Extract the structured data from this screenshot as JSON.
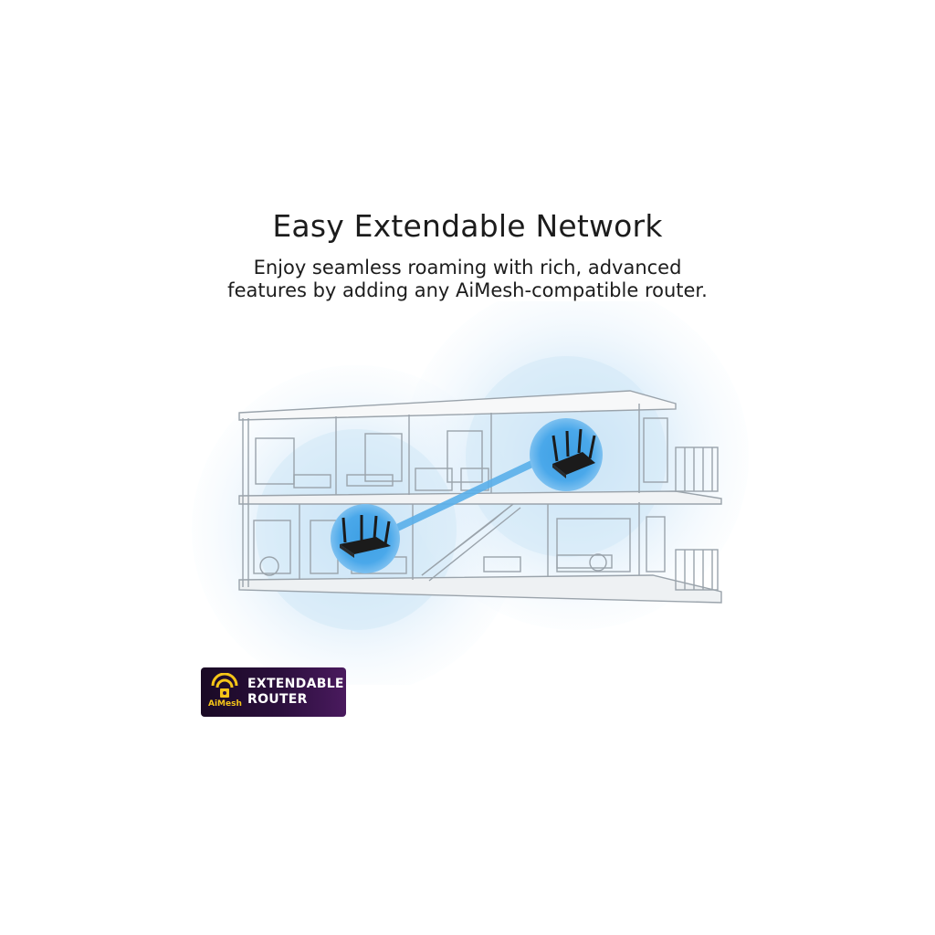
{
  "title": "Easy Extendable Network",
  "subtitle": {
    "line1": "Enjoy seamless roaming with rich, advanced",
    "line2": "features by adding any AiMesh-compatible router."
  },
  "badge": {
    "logo_text": "AiMesh",
    "line1": "EXTENDABLE",
    "line2": "ROUTER",
    "colors": {
      "background": "#2b0f3d",
      "logo": "#f5c518",
      "text": "#ffffff"
    }
  },
  "colors": {
    "coverage": "#cfe6f7",
    "router_glow": "#3a9be0",
    "link": "#5ab0ea",
    "house_lines": "#9aa3ab"
  },
  "icons": [
    "router-icon",
    "aimesh-wifi-icon"
  ]
}
